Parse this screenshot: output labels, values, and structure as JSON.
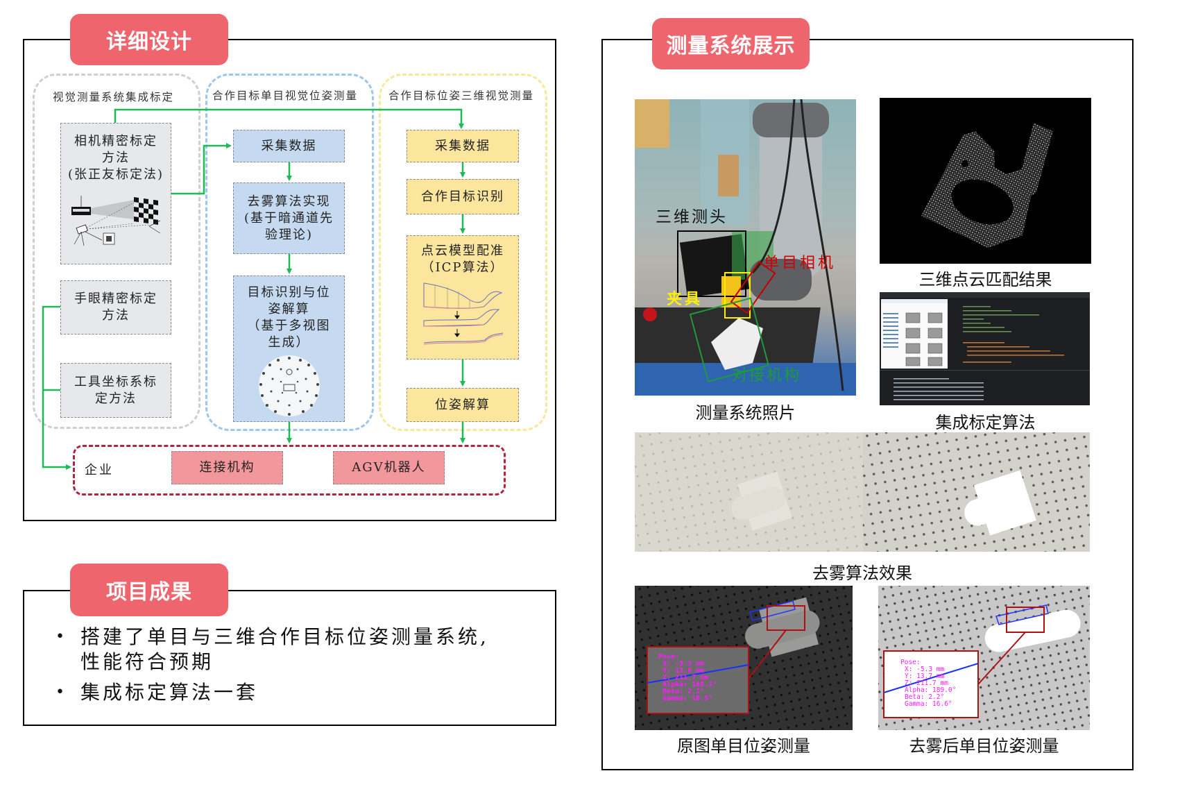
{
  "sections": {
    "design": {
      "badge": "详细设计",
      "groups": [
        {
          "title": "视觉测量系统集成标定"
        },
        {
          "title": "合作目标单目视觉位姿测量"
        },
        {
          "title": "合作目标位姿三维视觉测量"
        }
      ],
      "calibration_nodes": [
        {
          "lines": [
            "相机精密标定",
            "方法",
            "(张正友标定法)"
          ]
        },
        {
          "lines": [
            "手眼精密标定",
            "方法"
          ]
        },
        {
          "lines": [
            "工具坐标系标",
            "定方法"
          ]
        }
      ],
      "mono_nodes": [
        {
          "lines": [
            "采集数据"
          ]
        },
        {
          "lines": [
            "去雾算法实现",
            "(基于暗通道先",
            "验理论)"
          ]
        },
        {
          "lines": [
            "目标识别与位",
            "姿解算",
            "（基于多视图",
            "生成）"
          ]
        }
      ],
      "stereo_nodes": [
        {
          "lines": [
            "采集数据"
          ]
        },
        {
          "lines": [
            "合作目标识别"
          ]
        },
        {
          "lines": [
            "点云模型配准",
            "（ICP算法）"
          ]
        },
        {
          "lines": [
            "位姿解算"
          ]
        }
      ],
      "enterprise": {
        "label": "企业",
        "items": [
          "连接机构",
          "AGV机器人"
        ]
      },
      "colors": {
        "accent": "#EE656D",
        "arrow": "#1DB954",
        "enterprise_border": "#B3253E"
      }
    },
    "results": {
      "badge": "项目成果",
      "items": [
        [
          "搭建了单目与三维合作目标位姿测量系统,",
          "性能符合预期"
        ],
        [
          "集成标定算法一套"
        ]
      ]
    },
    "showcase": {
      "badge": "测量系统展示",
      "photo_labels": {
        "probe": "三维测头",
        "mono_camera": "单目相机",
        "fixture": "夹具",
        "docking": "对接机构"
      },
      "captions": {
        "system_photo": "测量系统照片",
        "point_cloud": "三维点云匹配结果",
        "calibration_code": "集成标定算法",
        "dehaze": "去雾算法效果",
        "orig_pose": "原图单目位姿测量",
        "dehazed_pose": "去雾后单目位姿测量"
      },
      "pose_original": {
        "title": "Pose:",
        "lines": [
          "X: -5.3 mm",
          "Y: 13.8 mm",
          "Z: 211.7 mm",
          "Alpha: 189.1°",
          "Beta:  2.1°",
          "Gamma: 16.5°"
        ]
      },
      "pose_dehazed": {
        "title": "Pose:",
        "lines": [
          "X: -5.3 mm",
          "Y: 13.7 mm",
          "Z: 211.7 mm",
          "Alpha: 189.0°",
          "Beta:  2.2°",
          "Gamma: 16.6°"
        ]
      }
    }
  }
}
